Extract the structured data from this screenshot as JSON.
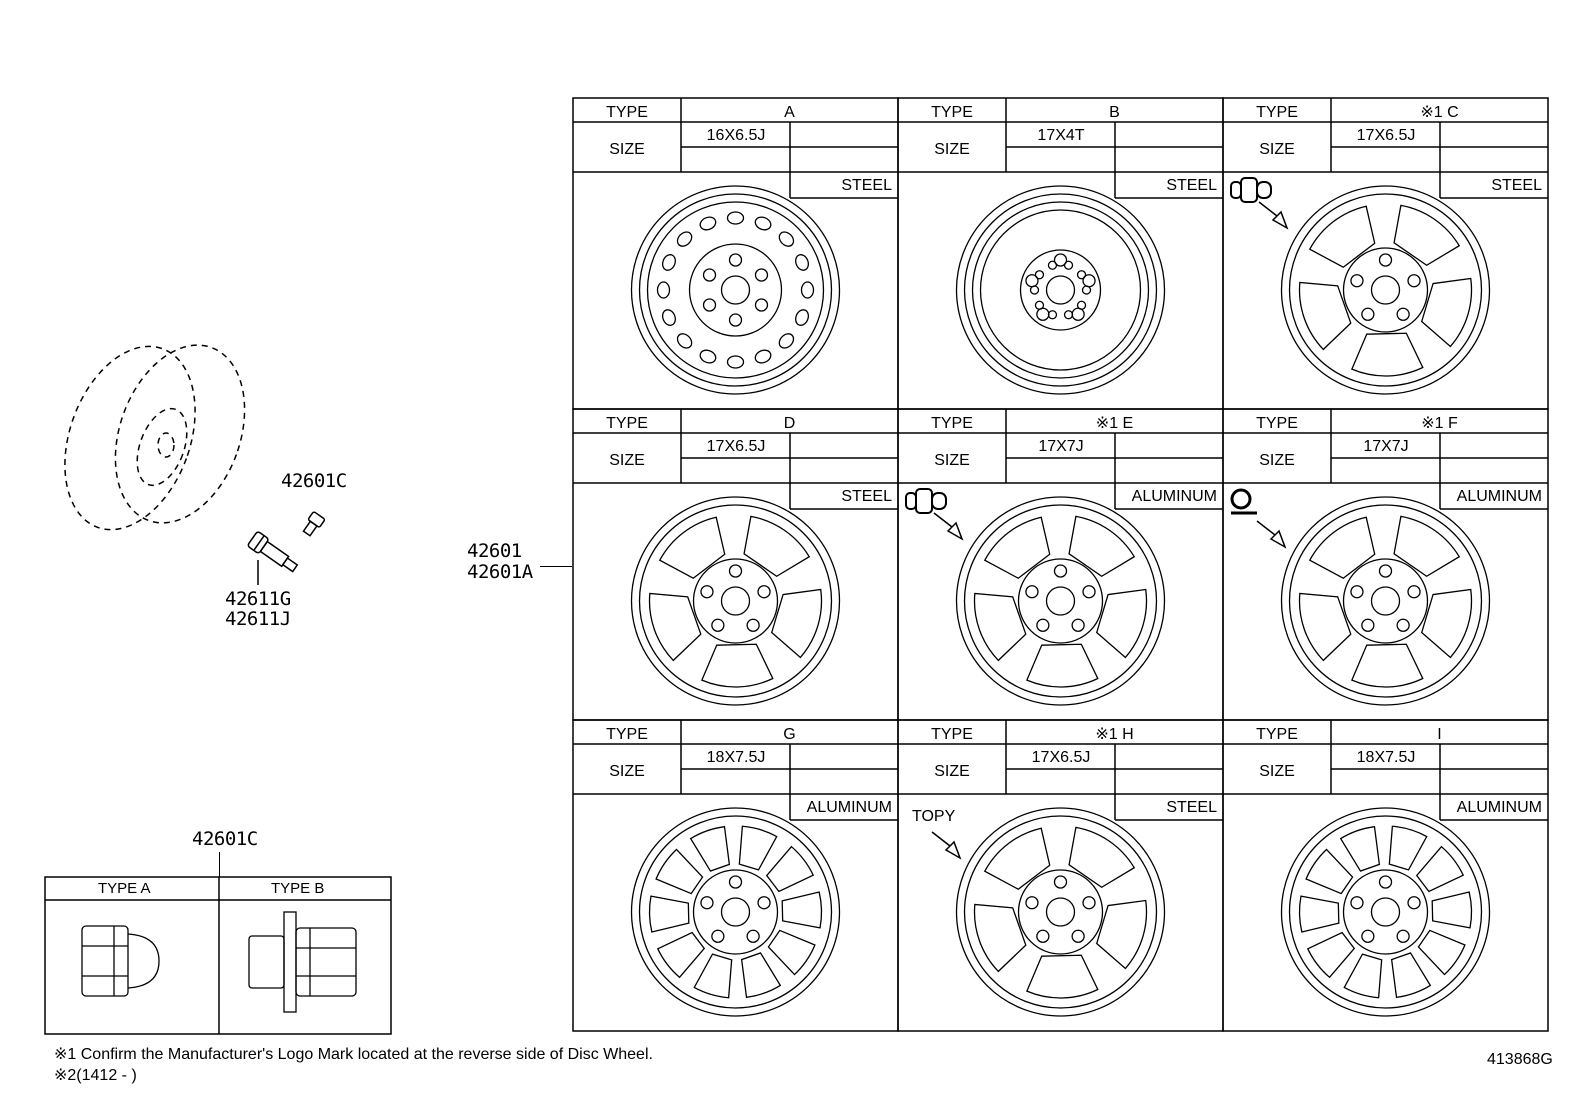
{
  "callouts": {
    "valve_cap": "42601C",
    "valve_1": "42611G",
    "valve_2": "42611J",
    "wheel_1": "42601",
    "wheel_2": "42601A",
    "nut_title": "42601C"
  },
  "nut_table": {
    "type_a": "TYPE A",
    "type_b": "TYPE B"
  },
  "table_labels": {
    "type": "TYPE",
    "size": "SIZE"
  },
  "wheels": [
    {
      "type": "A",
      "size": "16X6.5J",
      "material": "STEEL",
      "marker": ""
    },
    {
      "type": "B",
      "size": "17X4T",
      "material": "STEEL",
      "marker": ""
    },
    {
      "type": "※1 C",
      "size": "17X6.5J",
      "material": "STEEL",
      "marker": "logo-a"
    },
    {
      "type": "D",
      "size": "17X6.5J",
      "material": "STEEL",
      "marker": ""
    },
    {
      "type": "※1 E",
      "size": "17X7J",
      "material": "ALUMINUM",
      "marker": "logo-a"
    },
    {
      "type": "※1 F",
      "size": "17X7J",
      "material": "ALUMINUM",
      "marker": "logo-b"
    },
    {
      "type": "G",
      "size": "18X7.5J",
      "material": "ALUMINUM",
      "marker": ""
    },
    {
      "type": "※1 H",
      "size": "17X6.5J",
      "material": "STEEL",
      "marker": "TOPY"
    },
    {
      "type": "I",
      "size": "18X7.5J",
      "material": "ALUMINUM",
      "marker": ""
    }
  ],
  "footnotes": {
    "note1": "※1 Confirm the Manufacturer's Logo Mark located at the reverse side of Disc Wheel.",
    "note2": "※2(1412 -      )"
  },
  "diagram_id": "413868G"
}
